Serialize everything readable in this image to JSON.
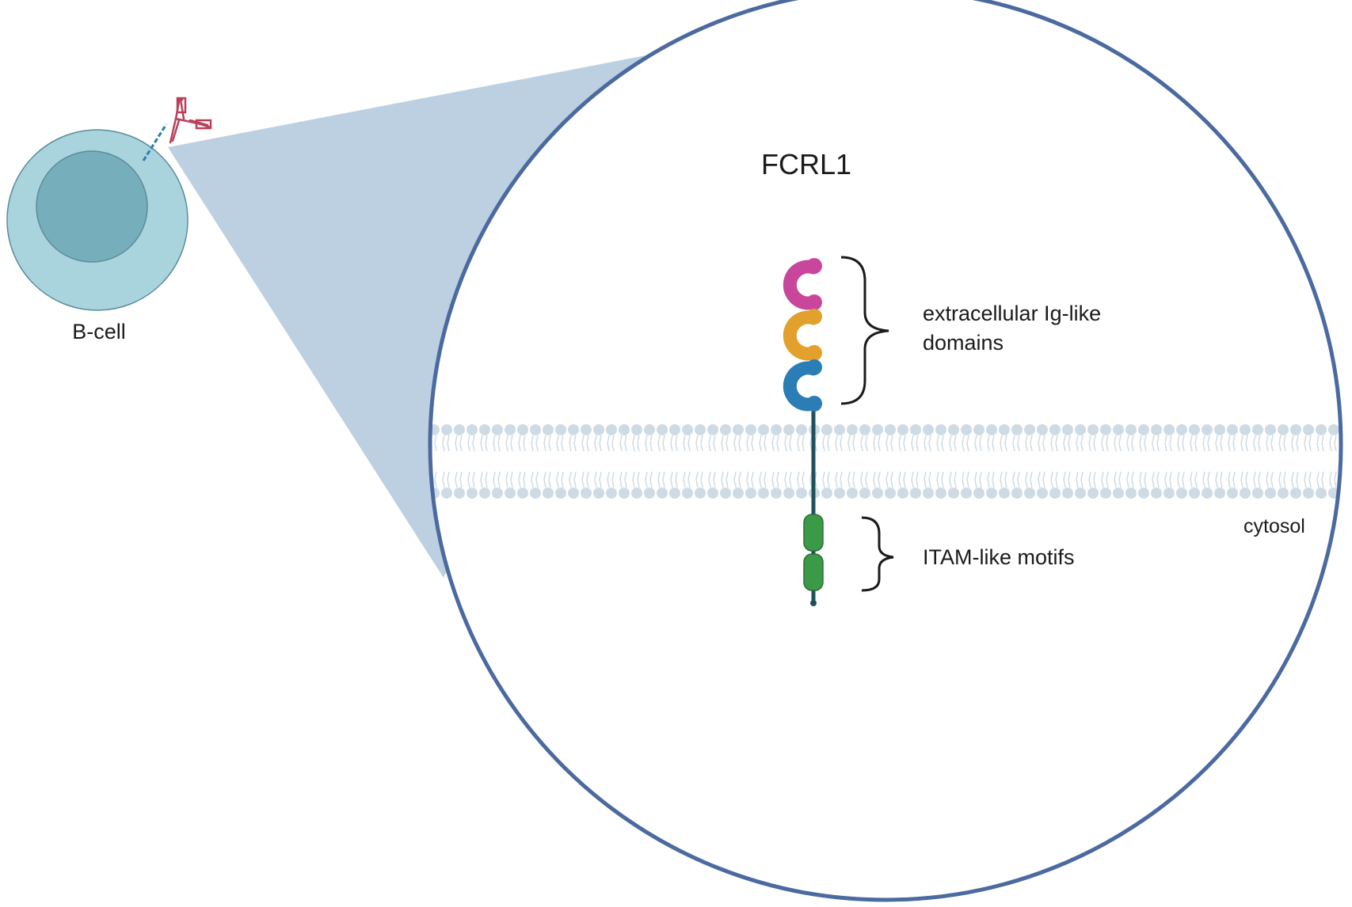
{
  "title": "FCRL1",
  "cell": {
    "label": "B-cell"
  },
  "labels": {
    "ig_domains_line1": "extracellular Ig-like",
    "ig_domains_line2": "domains",
    "itam_motifs": "ITAM-like motifs",
    "cytosol": "cytosol"
  },
  "colors": {
    "zoom_circle_stroke": "#4a6aa0",
    "zoom_cone_fill": "#bcd0e2",
    "cell_outer": "#a9d3dd",
    "cell_inner": "#76aebb",
    "cell_stroke": "#5a8d99",
    "membrane": "#cfdbe4",
    "ig_domain_1": "#c8469b",
    "ig_domain_2": "#e2a02d",
    "ig_domain_3": "#2a7db5",
    "itam_motif": "#3b9a48",
    "protein_chain": "#1f4f5c",
    "antibody": "#b8405a"
  },
  "icons": [
    "antibody-icon",
    "receptor-icon",
    "bracket-icon"
  ]
}
